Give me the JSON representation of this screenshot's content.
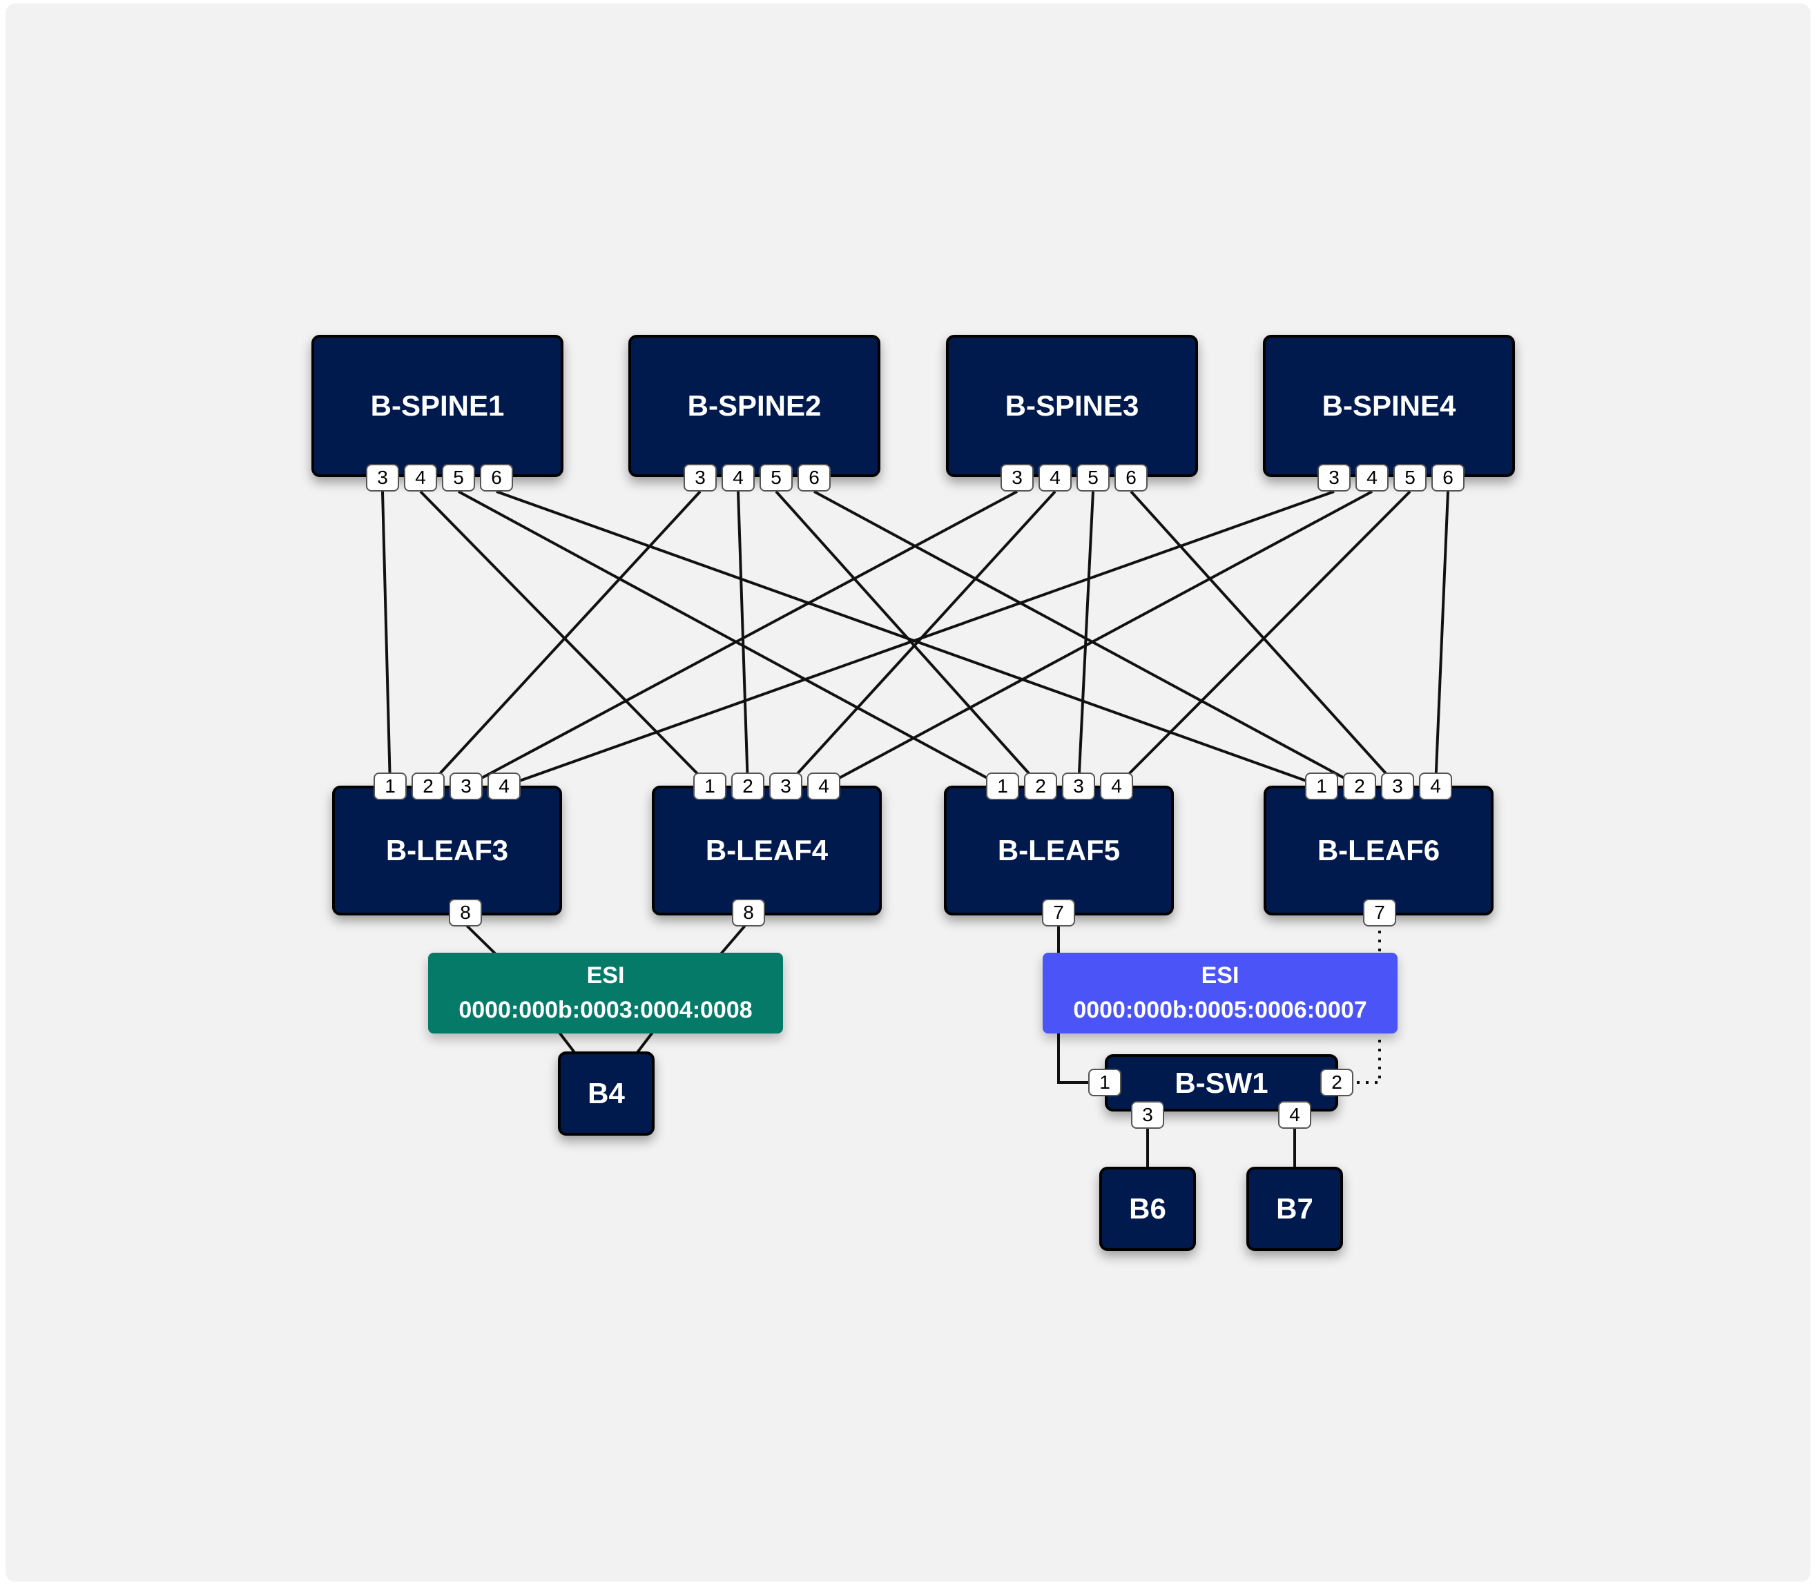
{
  "nodes": {
    "spine1": {
      "label": "B-SPINE1",
      "ports": [
        "3",
        "4",
        "5",
        "6"
      ]
    },
    "spine2": {
      "label": "B-SPINE2",
      "ports": [
        "3",
        "4",
        "5",
        "6"
      ]
    },
    "spine3": {
      "label": "B-SPINE3",
      "ports": [
        "3",
        "4",
        "5",
        "6"
      ]
    },
    "spine4": {
      "label": "B-SPINE4",
      "ports": [
        "3",
        "4",
        "5",
        "6"
      ]
    },
    "leaf3": {
      "label": "B-LEAF3",
      "ports": [
        "1",
        "2",
        "3",
        "4"
      ],
      "down_port": "8"
    },
    "leaf4": {
      "label": "B-LEAF4",
      "ports": [
        "1",
        "2",
        "3",
        "4"
      ],
      "down_port": "8"
    },
    "leaf5": {
      "label": "B-LEAF5",
      "ports": [
        "1",
        "2",
        "3",
        "4"
      ],
      "down_port": "7"
    },
    "leaf6": {
      "label": "B-LEAF6",
      "ports": [
        "1",
        "2",
        "3",
        "4"
      ],
      "down_port": "7"
    },
    "b4": {
      "label": "B4"
    },
    "bsw1": {
      "label": "B-SW1",
      "ports": [
        "1",
        "2",
        "3",
        "4"
      ]
    },
    "b6": {
      "label": "B6"
    },
    "b7": {
      "label": "B7"
    }
  },
  "esi": [
    {
      "title": "ESI",
      "value": "0000:000b:0003:0004:0008",
      "color": "#057a68"
    },
    {
      "title": "ESI",
      "value": "0000:000b:0005:0006:0007",
      "color": "#4b55f7"
    }
  ],
  "colors": {
    "node_fill": "#001a4d",
    "background": "#f2f2f2",
    "link": "#111111"
  }
}
